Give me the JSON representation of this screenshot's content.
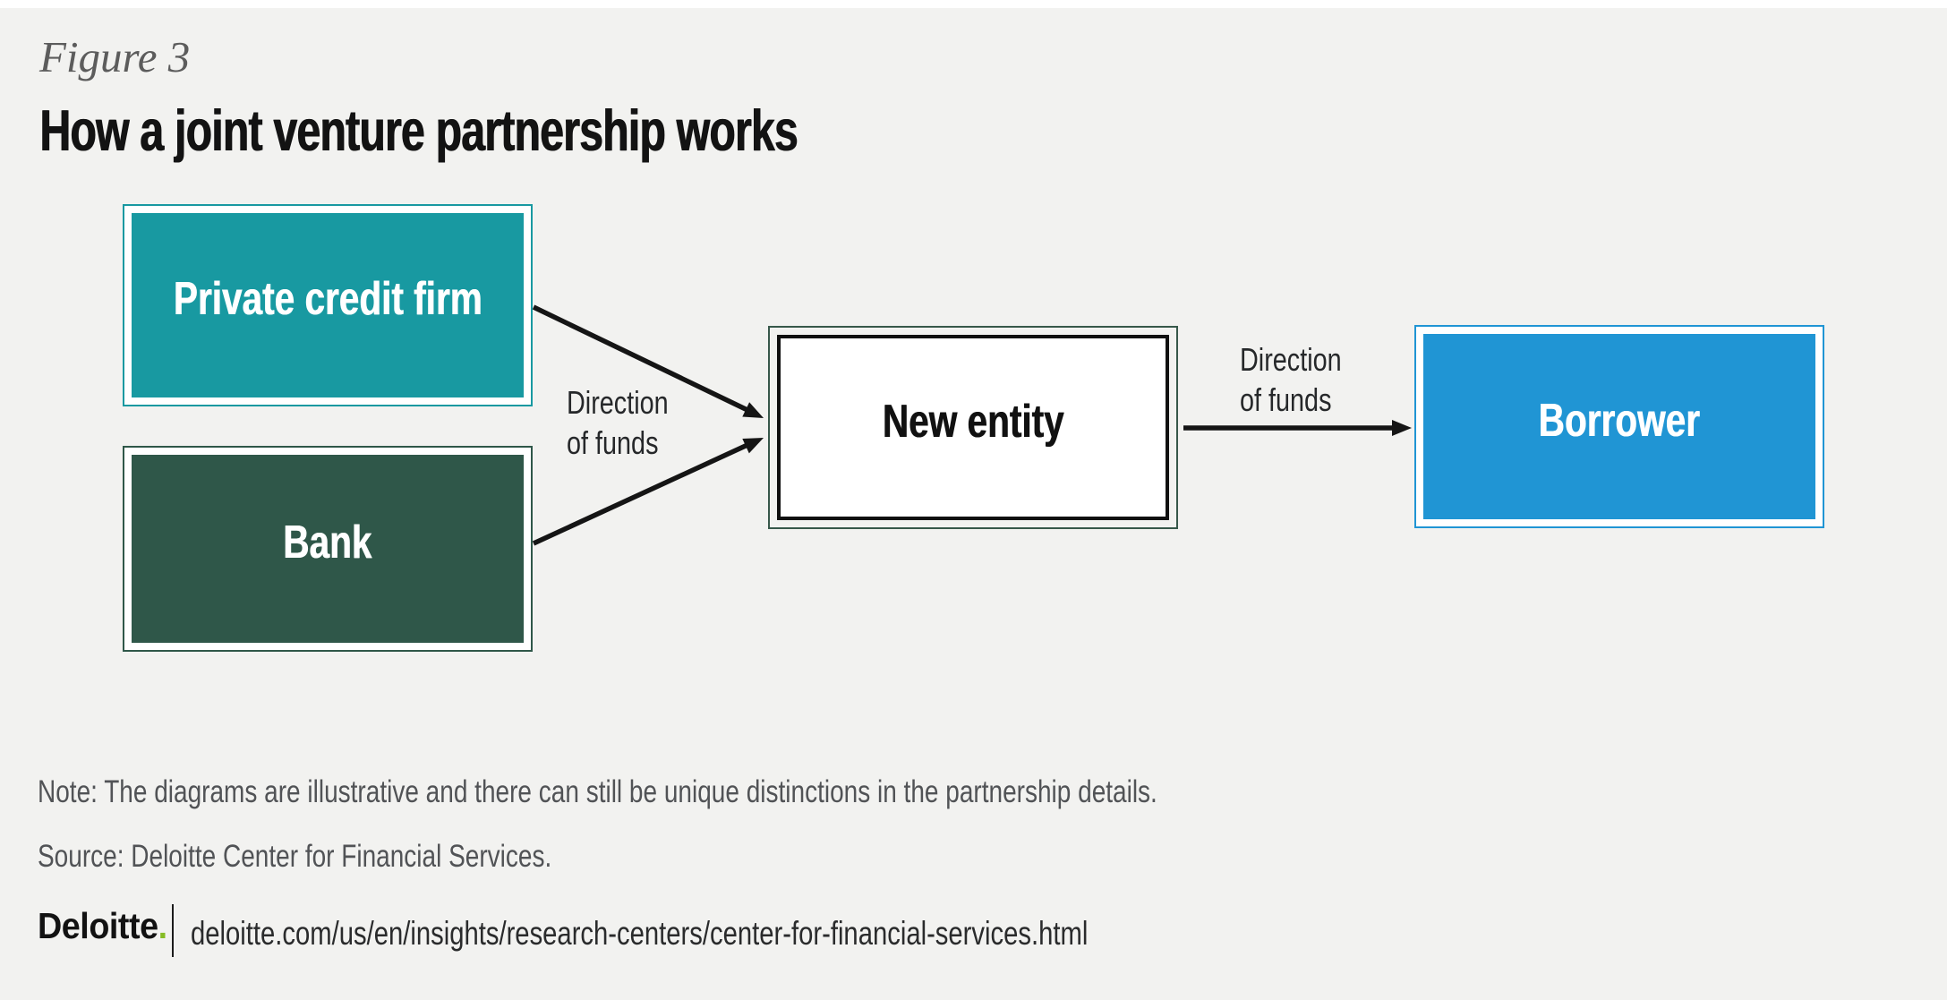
{
  "page": {
    "background": "#F2F2F0",
    "top_strip_color": "#FFFFFF"
  },
  "figure_label": "Figure 3",
  "title": "How a joint venture partnership works",
  "diagram": {
    "arrow_color": "#151515",
    "nodes": [
      {
        "id": "private-credit-firm",
        "label": "Private credit firm",
        "fill": "#1899A1",
        "text_color": "#FFFFFF",
        "border": "#1899A1"
      },
      {
        "id": "bank",
        "label": "Bank",
        "fill": "#2F5749",
        "text_color": "#FFFFFF",
        "border": "#2F5749"
      },
      {
        "id": "new-entity",
        "label": "New entity",
        "fill": "#FFFFFF",
        "text_color": "#111111",
        "border": "#37584A",
        "inner_border": "#101010"
      },
      {
        "id": "borrower",
        "label": "Borrower",
        "fill": "#2095D4",
        "text_color": "#FFFFFF",
        "border": "#2095D4"
      }
    ],
    "edges": [
      {
        "from": "private-credit-firm",
        "to": "new-entity",
        "label": "Direction of funds"
      },
      {
        "from": "bank",
        "to": "new-entity",
        "label": "Direction of funds"
      },
      {
        "from": "new-entity",
        "to": "borrower",
        "label": "Direction of funds"
      }
    ],
    "flow_labels": {
      "left": "Direction\nof funds",
      "right": "Direction\nof funds"
    }
  },
  "note": "Note: The diagrams are illustrative and there can still be unique distinctions in the partnership details.",
  "source": "Source: Deloitte Center for Financial Services.",
  "footer": {
    "brand": "Deloitte",
    "brand_dot": ".",
    "brand_dot_color": "#86BC25",
    "url": "deloitte.com/us/en/insights/research-centers/center-for-financial-services.html"
  }
}
